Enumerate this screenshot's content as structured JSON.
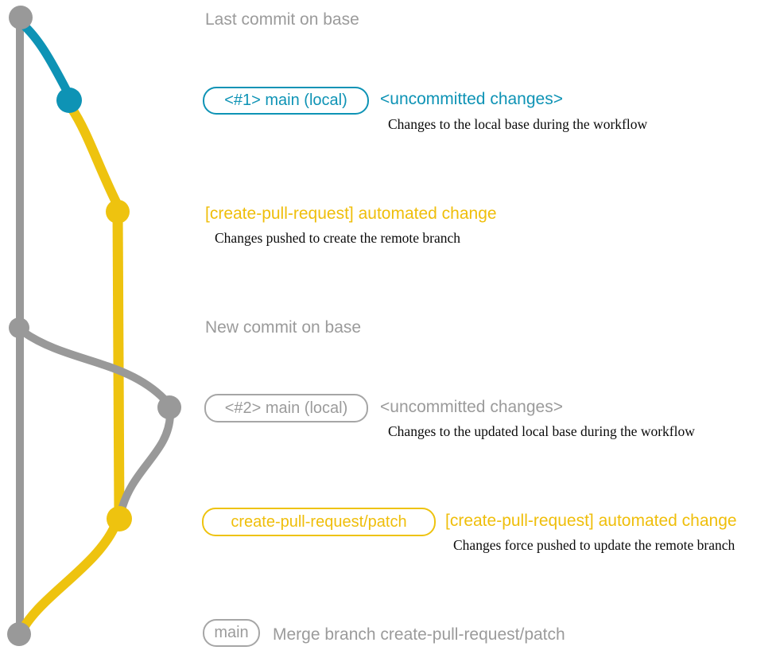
{
  "colors": {
    "gray": "#999999",
    "gray_text": "#9b9b9b",
    "box_border_gray": "#a6a6a6",
    "teal": "#0e93b5",
    "yellow": "#eec30f",
    "yellow_text": "#efbe0a",
    "ink": "#0b0b0b"
  },
  "graph": {
    "base_branch_color_name": "gray",
    "local_commit_color_name": "teal",
    "remote_branch_color_name": "yellow",
    "node_names": [
      "last-commit-on-base",
      "local-commit-1",
      "remote-commit-1",
      "new-commit-on-base",
      "local-commit-2",
      "remote-commit-2",
      "merge-commit"
    ]
  },
  "labels": {
    "last_commit": "Last commit on base",
    "new_commit": "New commit on base"
  },
  "rows": {
    "local1": {
      "branch": "<#1> main (local)",
      "status": "<uncommitted changes>",
      "note": "Changes to the local base during the workflow"
    },
    "remote1": {
      "message": "[create-pull-request] automated change",
      "note": "Changes pushed to create the remote branch"
    },
    "local2": {
      "branch": "<#2> main (local)",
      "status": "<uncommitted changes>",
      "note": "Changes to the updated local base during the workflow"
    },
    "remote2": {
      "branch": "create-pull-request/patch",
      "message": "[create-pull-request] automated change",
      "note": "Changes force pushed to update the remote branch"
    },
    "merge": {
      "branch": "main",
      "message": "Merge branch create-pull-request/patch"
    }
  }
}
